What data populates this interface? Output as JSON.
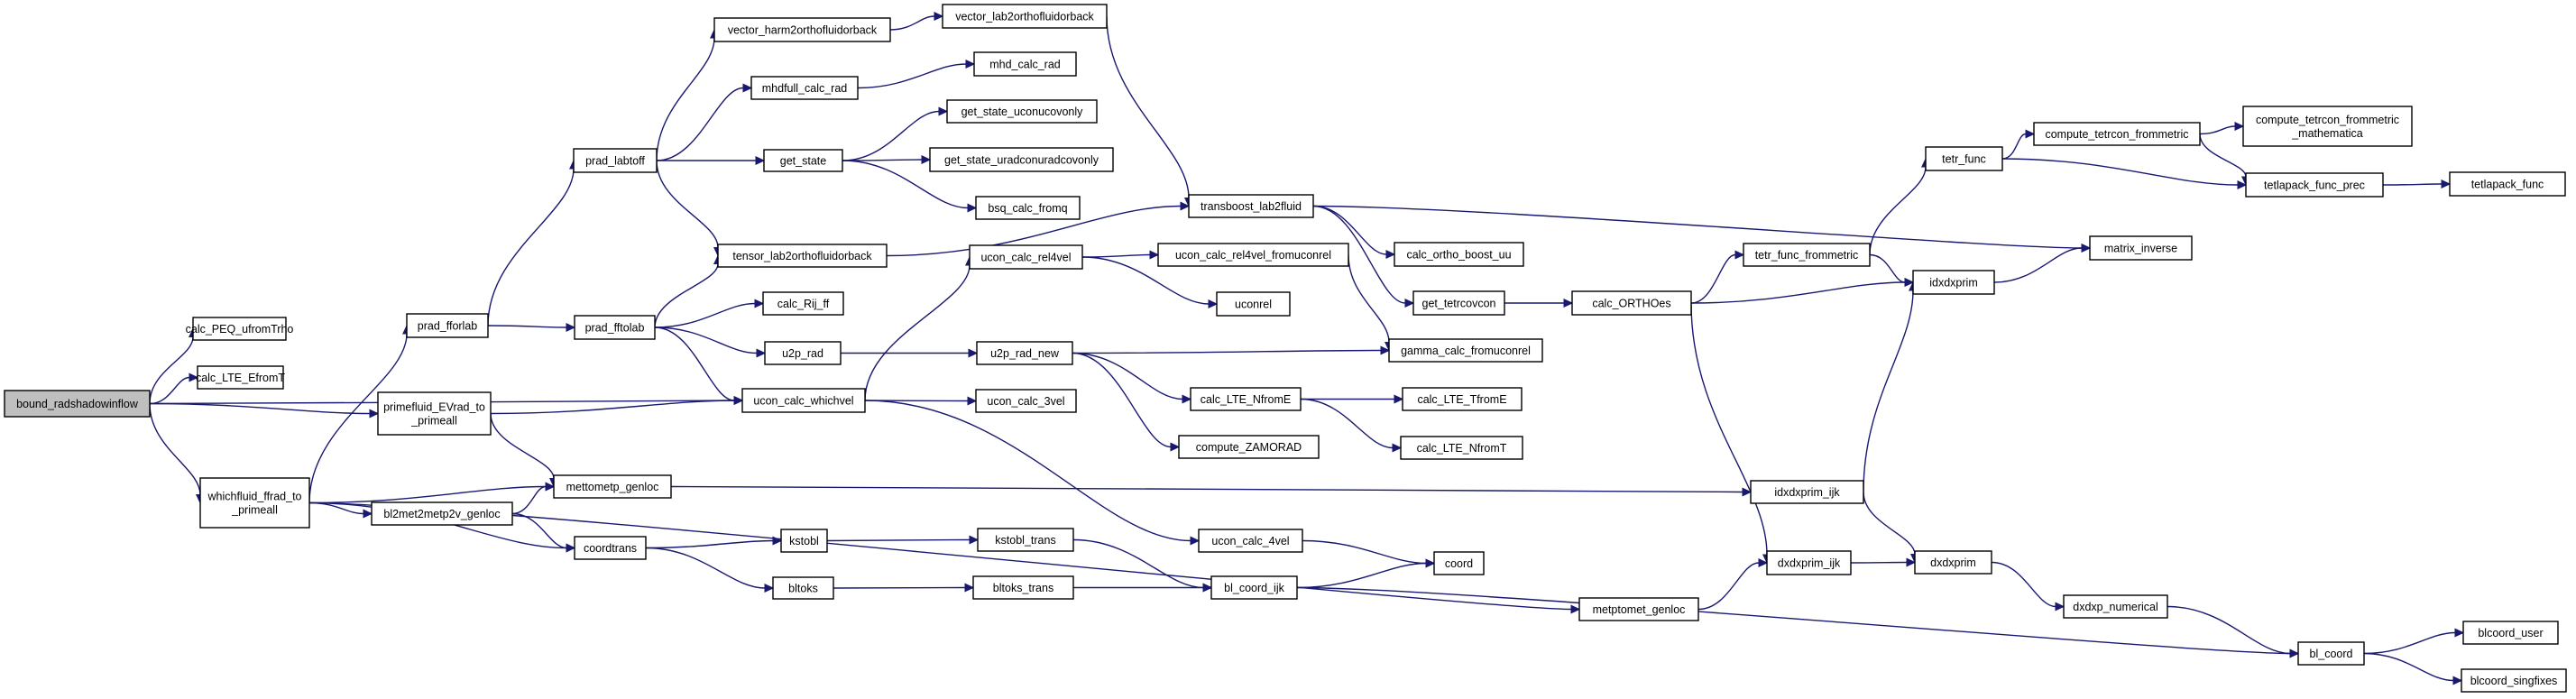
{
  "colors": {
    "edge": "#191970",
    "node_fill": "#ffffff",
    "root_fill": "#bfbfbf",
    "node_border": "#000000"
  },
  "nodes": [
    {
      "id": "bound_radshadowinflow",
      "lines": [
        "bound_radshadowinflow"
      ],
      "root": true
    },
    {
      "id": "calc_PEQ_ufromTrho",
      "lines": [
        "calc_PEQ_ufromTrho"
      ]
    },
    {
      "id": "calc_LTE_EfromT",
      "lines": [
        "calc_LTE_EfromT"
      ]
    },
    {
      "id": "primefluid_EVrad_to_primeall",
      "lines": [
        "primefluid_EVrad_to",
        "_primeall"
      ]
    },
    {
      "id": "whichfluid_ffrad_to_primeall",
      "lines": [
        "whichfluid_ffrad_to",
        "_primeall"
      ]
    },
    {
      "id": "prad_fforlab",
      "lines": [
        "prad_fforlab"
      ]
    },
    {
      "id": "mettometp_genloc",
      "lines": [
        "mettometp_genloc"
      ]
    },
    {
      "id": "bl2met2metp2v_genloc",
      "lines": [
        "bl2met2metp2v_genloc"
      ]
    },
    {
      "id": "coordtrans",
      "lines": [
        "coordtrans"
      ]
    },
    {
      "id": "prad_labtoff",
      "lines": [
        "prad_labtoff"
      ]
    },
    {
      "id": "prad_fftolab",
      "lines": [
        "prad_fftolab"
      ]
    },
    {
      "id": "vector_harm2orthofluidorback",
      "lines": [
        "vector_harm2orthofluidorback"
      ]
    },
    {
      "id": "mhdfull_calc_rad",
      "lines": [
        "mhdfull_calc_rad"
      ]
    },
    {
      "id": "get_state",
      "lines": [
        "get_state"
      ]
    },
    {
      "id": "tensor_lab2orthofluidorback",
      "lines": [
        "tensor_lab2orthofluidorback"
      ]
    },
    {
      "id": "calc_Rij_ff",
      "lines": [
        "calc_Rij_ff"
      ]
    },
    {
      "id": "u2p_rad",
      "lines": [
        "u2p_rad"
      ]
    },
    {
      "id": "ucon_calc_whichvel",
      "lines": [
        "ucon_calc_whichvel"
      ]
    },
    {
      "id": "kstobl",
      "lines": [
        "kstobl"
      ]
    },
    {
      "id": "bltoks",
      "lines": [
        "bltoks"
      ]
    },
    {
      "id": "vector_lab2orthofluidorback",
      "lines": [
        "vector_lab2orthofluidorback"
      ]
    },
    {
      "id": "mhd_calc_rad",
      "lines": [
        "mhd_calc_rad"
      ]
    },
    {
      "id": "get_state_uconucovonly",
      "lines": [
        "get_state_uconucovonly"
      ]
    },
    {
      "id": "get_state_uradconuradcovonly",
      "lines": [
        "get_state_uradconuradcovonly"
      ]
    },
    {
      "id": "bsq_calc_fromq",
      "lines": [
        "bsq_calc_fromq"
      ]
    },
    {
      "id": "ucon_calc_rel4vel",
      "lines": [
        "ucon_calc_rel4vel"
      ]
    },
    {
      "id": "u2p_rad_new",
      "lines": [
        "u2p_rad_new"
      ]
    },
    {
      "id": "ucon_calc_3vel",
      "lines": [
        "ucon_calc_3vel"
      ]
    },
    {
      "id": "kstobl_trans",
      "lines": [
        "kstobl_trans"
      ]
    },
    {
      "id": "bltoks_trans",
      "lines": [
        "bltoks_trans"
      ]
    },
    {
      "id": "ucon_calc_rel4vel_fromuconrel",
      "lines": [
        "ucon_calc_rel4vel_fromuconrel"
      ]
    },
    {
      "id": "uconrel",
      "lines": [
        "uconrel"
      ]
    },
    {
      "id": "calc_LTE_NfromE",
      "lines": [
        "calc_LTE_NfromE"
      ]
    },
    {
      "id": "compute_ZAMORAD",
      "lines": [
        "compute_ZAMORAD"
      ]
    },
    {
      "id": "ucon_calc_4vel",
      "lines": [
        "ucon_calc_4vel"
      ]
    },
    {
      "id": "bl_coord_ijk",
      "lines": [
        "bl_coord_ijk"
      ]
    },
    {
      "id": "transboost_lab2fluid",
      "lines": [
        "transboost_lab2fluid"
      ]
    },
    {
      "id": "calc_ortho_boost_uu",
      "lines": [
        "calc_ortho_boost_uu"
      ]
    },
    {
      "id": "get_tetrcovcon",
      "lines": [
        "get_tetrcovcon"
      ]
    },
    {
      "id": "gamma_calc_fromuconrel",
      "lines": [
        "gamma_calc_fromuconrel"
      ]
    },
    {
      "id": "calc_LTE_TfromE",
      "lines": [
        "calc_LTE_TfromE"
      ]
    },
    {
      "id": "calc_LTE_NfromT",
      "lines": [
        "calc_LTE_NfromT"
      ]
    },
    {
      "id": "coord",
      "lines": [
        "coord"
      ]
    },
    {
      "id": "calc_ORTHOes",
      "lines": [
        "calc_ORTHOes"
      ]
    },
    {
      "id": "metptomet_genloc",
      "lines": [
        "metptomet_genloc"
      ]
    },
    {
      "id": "tetr_func_frommetric",
      "lines": [
        "tetr_func_frommetric"
      ]
    },
    {
      "id": "idxdxprim_ijk",
      "lines": [
        "idxdxprim_ijk"
      ]
    },
    {
      "id": "dxdxprim_ijk",
      "lines": [
        "dxdxprim_ijk"
      ]
    },
    {
      "id": "tetr_func",
      "lines": [
        "tetr_func"
      ]
    },
    {
      "id": "idxdxprim",
      "lines": [
        "idxdxprim"
      ]
    },
    {
      "id": "dxdxprim",
      "lines": [
        "dxdxprim"
      ]
    },
    {
      "id": "compute_tetrcon_frommetric",
      "lines": [
        "compute_tetrcon_frommetric"
      ]
    },
    {
      "id": "dxdxp_numerical",
      "lines": [
        "dxdxp_numerical"
      ]
    },
    {
      "id": "compute_tetrcon_frommetric_mathematica",
      "lines": [
        "compute_tetrcon_frommetric",
        "_mathematica"
      ]
    },
    {
      "id": "tetlapack_func_prec",
      "lines": [
        "tetlapack_func_prec"
      ]
    },
    {
      "id": "matrix_inverse",
      "lines": [
        "matrix_inverse"
      ]
    },
    {
      "id": "bl_coord",
      "lines": [
        "bl_coord"
      ]
    },
    {
      "id": "tetlapack_func",
      "lines": [
        "tetlapack_func"
      ]
    },
    {
      "id": "blcoord_user",
      "lines": [
        "blcoord_user"
      ]
    },
    {
      "id": "blcoord_singfixes",
      "lines": [
        "blcoord_singfixes"
      ]
    }
  ],
  "edges": [
    [
      "bound_radshadowinflow",
      "calc_PEQ_ufromTrho"
    ],
    [
      "bound_radshadowinflow",
      "calc_LTE_EfromT"
    ],
    [
      "bound_radshadowinflow",
      "primefluid_EVrad_to_primeall"
    ],
    [
      "bound_radshadowinflow",
      "whichfluid_ffrad_to_primeall"
    ],
    [
      "bound_radshadowinflow",
      "ucon_calc_whichvel"
    ],
    [
      "primefluid_EVrad_to_primeall",
      "mettometp_genloc"
    ],
    [
      "primefluid_EVrad_to_primeall",
      "ucon_calc_whichvel"
    ],
    [
      "whichfluid_ffrad_to_primeall",
      "prad_fforlab"
    ],
    [
      "whichfluid_ffrad_to_primeall",
      "mettometp_genloc"
    ],
    [
      "whichfluid_ffrad_to_primeall",
      "bl2met2metp2v_genloc"
    ],
    [
      "whichfluid_ffrad_to_primeall",
      "coordtrans"
    ],
    [
      "whichfluid_ffrad_to_primeall",
      "metptomet_genloc"
    ],
    [
      "bl2met2metp2v_genloc",
      "mettometp_genloc"
    ],
    [
      "bl2met2metp2v_genloc",
      "coordtrans"
    ],
    [
      "mettometp_genloc",
      "idxdxprim_ijk"
    ],
    [
      "prad_fforlab",
      "prad_labtoff"
    ],
    [
      "prad_fforlab",
      "prad_fftolab"
    ],
    [
      "prad_labtoff",
      "vector_harm2orthofluidorback"
    ],
    [
      "prad_labtoff",
      "mhdfull_calc_rad"
    ],
    [
      "prad_labtoff",
      "get_state"
    ],
    [
      "prad_labtoff",
      "tensor_lab2orthofluidorback"
    ],
    [
      "prad_fftolab",
      "tensor_lab2orthofluidorback"
    ],
    [
      "prad_fftolab",
      "calc_Rij_ff"
    ],
    [
      "prad_fftolab",
      "u2p_rad"
    ],
    [
      "prad_fftolab",
      "ucon_calc_whichvel"
    ],
    [
      "vector_harm2orthofluidorback",
      "vector_lab2orthofluidorback"
    ],
    [
      "vector_lab2orthofluidorback",
      "transboost_lab2fluid"
    ],
    [
      "mhdfull_calc_rad",
      "mhd_calc_rad"
    ],
    [
      "get_state",
      "get_state_uconucovonly"
    ],
    [
      "get_state",
      "get_state_uradconuradcovonly"
    ],
    [
      "get_state",
      "bsq_calc_fromq"
    ],
    [
      "tensor_lab2orthofluidorback",
      "transboost_lab2fluid"
    ],
    [
      "u2p_rad",
      "u2p_rad_new"
    ],
    [
      "ucon_calc_whichvel",
      "ucon_calc_rel4vel"
    ],
    [
      "ucon_calc_whichvel",
      "ucon_calc_3vel"
    ],
    [
      "ucon_calc_whichvel",
      "ucon_calc_4vel"
    ],
    [
      "ucon_calc_rel4vel",
      "ucon_calc_rel4vel_fromuconrel"
    ],
    [
      "ucon_calc_rel4vel",
      "uconrel"
    ],
    [
      "ucon_calc_rel4vel_fromuconrel",
      "gamma_calc_fromuconrel"
    ],
    [
      "u2p_rad_new",
      "gamma_calc_fromuconrel"
    ],
    [
      "u2p_rad_new",
      "calc_LTE_NfromE"
    ],
    [
      "u2p_rad_new",
      "compute_ZAMORAD"
    ],
    [
      "calc_LTE_NfromE",
      "calc_LTE_TfromE"
    ],
    [
      "calc_LTE_NfromE",
      "calc_LTE_NfromT"
    ],
    [
      "coordtrans",
      "kstobl"
    ],
    [
      "coordtrans",
      "bltoks"
    ],
    [
      "kstobl",
      "kstobl_trans"
    ],
    [
      "bltoks",
      "bltoks_trans"
    ],
    [
      "kstobl_trans",
      "bl_coord_ijk"
    ],
    [
      "bltoks_trans",
      "bl_coord_ijk"
    ],
    [
      "ucon_calc_4vel",
      "coord"
    ],
    [
      "bl_coord_ijk",
      "coord"
    ],
    [
      "bl_coord_ijk",
      "bl_coord"
    ],
    [
      "transboost_lab2fluid",
      "calc_ortho_boost_uu"
    ],
    [
      "transboost_lab2fluid",
      "get_tetrcovcon"
    ],
    [
      "transboost_lab2fluid",
      "matrix_inverse"
    ],
    [
      "get_tetrcovcon",
      "calc_ORTHOes"
    ],
    [
      "calc_ORTHOes",
      "tetr_func_frommetric"
    ],
    [
      "calc_ORTHOes",
      "idxdxprim"
    ],
    [
      "calc_ORTHOes",
      "dxdxprim_ijk"
    ],
    [
      "tetr_func_frommetric",
      "tetr_func"
    ],
    [
      "tetr_func_frommetric",
      "idxdxprim"
    ],
    [
      "tetr_func",
      "compute_tetrcon_frommetric"
    ],
    [
      "tetr_func",
      "tetlapack_func_prec"
    ],
    [
      "compute_tetrcon_frommetric",
      "compute_tetrcon_frommetric_mathematica"
    ],
    [
      "compute_tetrcon_frommetric",
      "tetlapack_func_prec"
    ],
    [
      "tetlapack_func_prec",
      "tetlapack_func"
    ],
    [
      "idxdxprim",
      "matrix_inverse"
    ],
    [
      "idxdxprim_ijk",
      "idxdxprim"
    ],
    [
      "idxdxprim_ijk",
      "dxdxprim"
    ],
    [
      "metptomet_genloc",
      "dxdxprim_ijk"
    ],
    [
      "dxdxprim_ijk",
      "dxdxprim"
    ],
    [
      "dxdxprim",
      "dxdxp_numerical"
    ],
    [
      "dxdxp_numerical",
      "bl_coord"
    ],
    [
      "bl_coord",
      "blcoord_user"
    ],
    [
      "bl_coord",
      "blcoord_singfixes"
    ]
  ]
}
